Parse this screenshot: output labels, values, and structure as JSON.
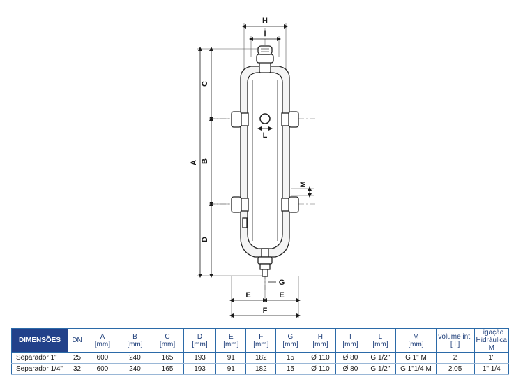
{
  "drawing": {
    "labels": {
      "H": "H",
      "I": "I",
      "C": "C",
      "A": "A",
      "B": "B",
      "D": "D",
      "L": "L",
      "M": "M",
      "G": "G",
      "E_left": "E",
      "E_right": "E",
      "F": "F"
    }
  },
  "table": {
    "header": {
      "dimensoes": "DIMENSÕES",
      "dn": "DN",
      "a": {
        "l1": "A",
        "l2": "[mm]"
      },
      "b": {
        "l1": "B",
        "l2": "[mm]"
      },
      "c": {
        "l1": "C",
        "l2": "[mm]"
      },
      "d": {
        "l1": "D",
        "l2": "[mm]"
      },
      "e": {
        "l1": "E",
        "l2": "[mm]"
      },
      "f": {
        "l1": "F",
        "l2": "[mm]"
      },
      "g": {
        "l1": "G",
        "l2": "[mm]"
      },
      "h": {
        "l1": "H",
        "l2": "[mm]"
      },
      "i": {
        "l1": "I",
        "l2": "[mm]"
      },
      "lcol": {
        "l1": "L",
        "l2": "[mm]"
      },
      "m": {
        "l1": "M",
        "l2": "[mm]"
      },
      "vol": {
        "l1": "volume int.",
        "l2": "[ l ]"
      },
      "lig": {
        "l1": "Ligação",
        "l2": "Hidráulica M"
      }
    },
    "rows": [
      [
        "Separador 1\"",
        "25",
        "600",
        "240",
        "165",
        "193",
        "91",
        "182",
        "15",
        "Ø 110",
        "Ø 80",
        "G 1/2\"",
        "G 1\" M",
        "2",
        "1\""
      ],
      [
        "Separador 1/4\"",
        "32",
        "600",
        "240",
        "165",
        "193",
        "91",
        "182",
        "15",
        "Ø 110",
        "Ø 80",
        "G 1/2\"",
        "G 1\"1/4 M",
        "2,05",
        "1\" 1/4"
      ]
    ]
  }
}
